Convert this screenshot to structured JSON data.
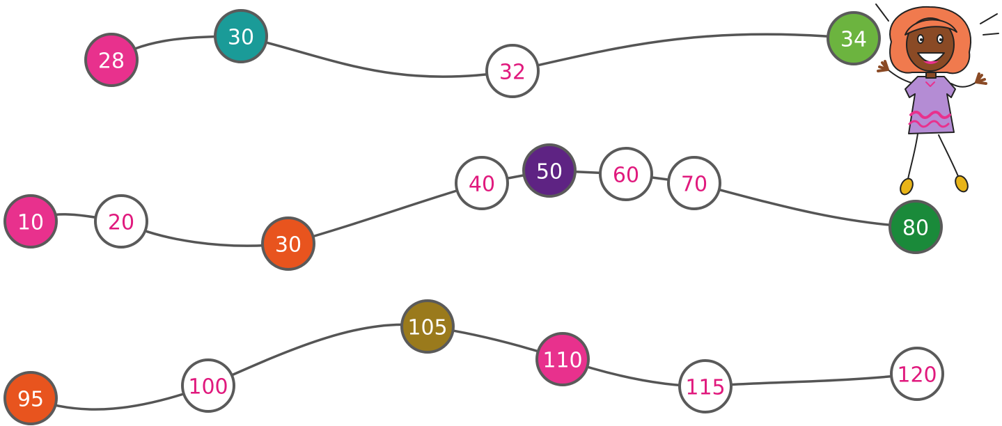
{
  "colors": {
    "string": "#555555",
    "bead_outline": "#5a5a5a",
    "white_bead_fill": "#ffffff",
    "white_bead_text": "#e0197d",
    "filled_bead_text": "#ffffff"
  },
  "chains": [
    {
      "beads": [
        {
          "label": "28",
          "fill": "#e8318d"
        },
        {
          "label": "30",
          "fill": "#1a9b98"
        },
        {
          "label": "32",
          "fill": "#ffffff"
        },
        {
          "label": "34",
          "fill": "#6cb43f"
        }
      ]
    },
    {
      "beads": [
        {
          "label": "10",
          "fill": "#e8318d"
        },
        {
          "label": "20",
          "fill": "#ffffff"
        },
        {
          "label": "30",
          "fill": "#e8541e"
        },
        {
          "label": "40",
          "fill": "#ffffff"
        },
        {
          "label": "50",
          "fill": "#5e2383"
        },
        {
          "label": "60",
          "fill": "#ffffff"
        },
        {
          "label": "70",
          "fill": "#ffffff"
        },
        {
          "label": "80",
          "fill": "#1a8a3a"
        }
      ]
    },
    {
      "beads": [
        {
          "label": "95",
          "fill": "#e8541e"
        },
        {
          "label": "100",
          "fill": "#ffffff"
        },
        {
          "label": "105",
          "fill": "#9a7a1c"
        },
        {
          "label": "110",
          "fill": "#e8318d"
        },
        {
          "label": "115",
          "fill": "#ffffff"
        },
        {
          "label": "120",
          "fill": "#ffffff"
        }
      ]
    }
  ],
  "illustration": {
    "icon": "cheering-girl-icon",
    "hair_color": "#f07a4e",
    "skin_color": "#8a4a25",
    "dress_color": "#b48cd4",
    "dress_accent": "#e8318d",
    "shoe_color": "#e8b418"
  }
}
